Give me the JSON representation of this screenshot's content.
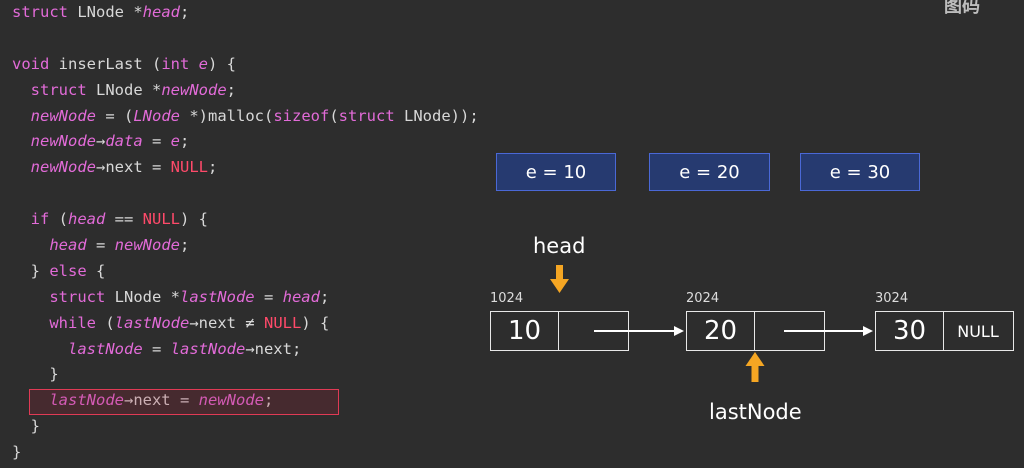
{
  "code_lines": [
    [
      {
        "t": "struct",
        "c": "kw"
      },
      {
        "t": " LNode *"
      },
      {
        "t": "head",
        "c": "pm"
      },
      {
        "t": ";"
      }
    ],
    [],
    [
      {
        "t": "void",
        "c": "kw"
      },
      {
        "t": " inserLast ("
      },
      {
        "t": "int",
        "c": "kw"
      },
      {
        "t": " "
      },
      {
        "t": "e",
        "c": "pm"
      },
      {
        "t": ") {"
      }
    ],
    [
      {
        "t": "  "
      },
      {
        "t": "struct",
        "c": "kw"
      },
      {
        "t": " LNode *"
      },
      {
        "t": "newNode",
        "c": "pm"
      },
      {
        "t": ";"
      }
    ],
    [
      {
        "t": "  "
      },
      {
        "t": "newNode",
        "c": "pm"
      },
      {
        "t": " = ("
      },
      {
        "t": "LNode",
        "c": "pm"
      },
      {
        "t": " *)malloc("
      },
      {
        "t": "sizeof",
        "c": "kw"
      },
      {
        "t": "("
      },
      {
        "t": "struct",
        "c": "kw"
      },
      {
        "t": " LNode));"
      }
    ],
    [
      {
        "t": "  "
      },
      {
        "t": "newNode",
        "c": "pm"
      },
      {
        "t": "→"
      },
      {
        "t": "data",
        "c": "pm"
      },
      {
        "t": " = "
      },
      {
        "t": "e",
        "c": "pm"
      },
      {
        "t": ";"
      }
    ],
    [
      {
        "t": "  "
      },
      {
        "t": "newNode",
        "c": "pm"
      },
      {
        "t": "→next = "
      },
      {
        "t": "NULL",
        "c": "nl"
      },
      {
        "t": ";"
      }
    ],
    [],
    [
      {
        "t": "  "
      },
      {
        "t": "if",
        "c": "kw"
      },
      {
        "t": " ("
      },
      {
        "t": "head",
        "c": "pm"
      },
      {
        "t": " == "
      },
      {
        "t": "NULL",
        "c": "nl"
      },
      {
        "t": ") {"
      }
    ],
    [
      {
        "t": "    "
      },
      {
        "t": "head",
        "c": "pm"
      },
      {
        "t": " = "
      },
      {
        "t": "newNode",
        "c": "pm"
      },
      {
        "t": ";"
      }
    ],
    [
      {
        "t": "  } "
      },
      {
        "t": "else",
        "c": "kw"
      },
      {
        "t": " {"
      }
    ],
    [
      {
        "t": "    "
      },
      {
        "t": "struct",
        "c": "kw"
      },
      {
        "t": " LNode *"
      },
      {
        "t": "lastNode",
        "c": "pm"
      },
      {
        "t": " = "
      },
      {
        "t": "head",
        "c": "pm"
      },
      {
        "t": ";"
      }
    ],
    [
      {
        "t": "    "
      },
      {
        "t": "while",
        "c": "kw"
      },
      {
        "t": " ("
      },
      {
        "t": "lastNode",
        "c": "pm"
      },
      {
        "t": "→next ≠ "
      },
      {
        "t": "NULL",
        "c": "nl"
      },
      {
        "t": ") {"
      }
    ],
    [
      {
        "t": "      "
      },
      {
        "t": "lastNode",
        "c": "pm"
      },
      {
        "t": " = "
      },
      {
        "t": "lastNode",
        "c": "pm"
      },
      {
        "t": "→next;"
      }
    ],
    [
      {
        "t": "    }"
      }
    ],
    [
      {
        "t": "    "
      },
      {
        "t": "lastNode",
        "c": "pm"
      },
      {
        "t": "→next = "
      },
      {
        "t": "newNode",
        "c": "pm"
      },
      {
        "t": ";"
      }
    ],
    [
      {
        "t": "  }"
      }
    ],
    [
      {
        "t": "}"
      }
    ]
  ],
  "e_boxes": [
    "e = 10",
    "e = 20",
    "e = 30"
  ],
  "nodes": [
    {
      "address": "1024",
      "value": "10",
      "pointer": ""
    },
    {
      "address": "2024",
      "value": "20",
      "pointer": ""
    },
    {
      "address": "3024",
      "value": "30",
      "pointer": "NULL"
    }
  ],
  "labels": {
    "head": "head",
    "last_node": "lastNode"
  },
  "watermark": "图码",
  "colors": {
    "background": "#2d2d2d",
    "keyword": "#e26bd8",
    "null": "#ff4a6a",
    "e_box_fill": "#263a70",
    "e_box_border": "#4a68d6",
    "arrow_marker": "#f5a623",
    "highlight": "#e03a55"
  }
}
